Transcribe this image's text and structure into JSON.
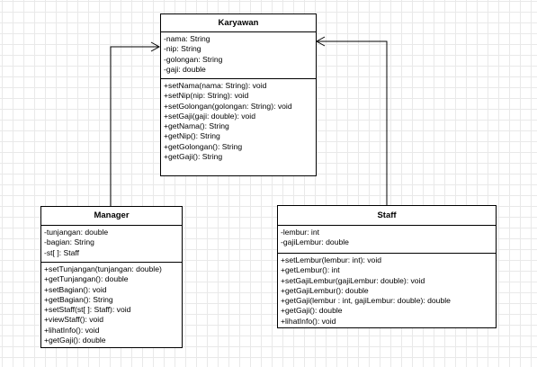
{
  "classes": {
    "karyawan": {
      "name": "Karyawan",
      "attributes": [
        "-nama: String",
        "-nip: String",
        "-golongan: String",
        "-gaji: double"
      ],
      "methods": [
        "+setNama(nama: String): void",
        "+setNip(nip: String): void",
        "+setGolongan(golongan: String): void",
        "+setGaji(gaji: double): void",
        "+getNama(): String",
        "+getNip(): String",
        "+getGolongan(): String",
        "+getGaji(): String"
      ]
    },
    "manager": {
      "name": "Manager",
      "attributes": [
        "-tunjangan: double",
        "-bagian: String",
        "-st[ ]: Staff"
      ],
      "methods": [
        "+setTunjangan(tunjangan: double)",
        "+getTunjangan(): double",
        "+setBagian(): void",
        "+getBagian(): String",
        "+setStaff(st[ ]: Staff): void",
        "+viewStaff(): void",
        "+lihatInfo(): void",
        "+getGaji(): double"
      ]
    },
    "staff": {
      "name": "Staff",
      "attributes": [
        "-lembur: int",
        "-gajiLembur: double"
      ],
      "methods": [
        "+setLembur(lembur: int): void",
        "+getLembur(): int",
        "+setGajiLembur(gajiLembur: double): void",
        "+getGajiLembur(): double",
        "+getGaji(lembur : int, gajiLembur: double): double",
        "+getGaji(): double",
        "+lihatInfo(): void"
      ]
    }
  },
  "relations": [
    {
      "from": "manager",
      "to": "karyawan",
      "type": "generalization"
    },
    {
      "from": "staff",
      "to": "karyawan",
      "type": "generalization"
    }
  ],
  "colors": {
    "line": "#000000",
    "grid": "#e9e9e9"
  }
}
